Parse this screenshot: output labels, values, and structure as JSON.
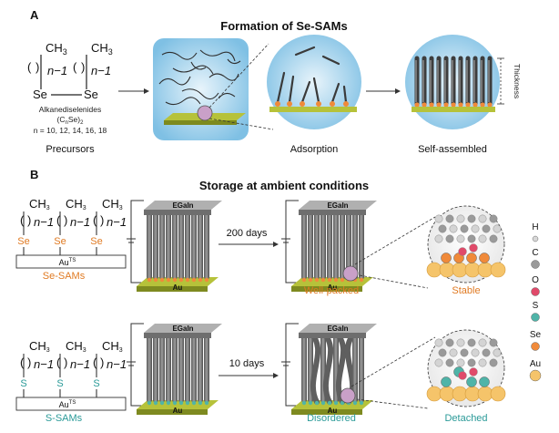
{
  "panel_a": {
    "label": "A",
    "title": "Formation of Se-SAMs",
    "precursor": {
      "ch3_left": "CH3",
      "ch3_right": "CH3",
      "n_left": "n−1",
      "n_right": "n−1",
      "se_left": "Se",
      "se_right": "Se",
      "name": "Alkanediselenides",
      "formula": "(CnSe)2",
      "n_values": "n = 10, 12, 14, 16, 18",
      "caption": "Precursors"
    },
    "adsorption_caption": "Adsorption",
    "self_assembled_caption": "Self-assembled",
    "thickness_label": "Thickness"
  },
  "panel_b": {
    "label": "B",
    "title": "Storage at ambient conditions",
    "se_row": {
      "atom": "Se",
      "substrate": "Au",
      "substrate_sup": "TS",
      "caption": "Se-SAMs",
      "days": "200 days",
      "state_caption": "Well-packed",
      "zoom_caption": "Stable",
      "electrode": "EGaIn",
      "bottom": "Au"
    },
    "s_row": {
      "atom": "S",
      "substrate": "Au",
      "substrate_sup": "TS",
      "caption": "S-SAMs",
      "days": "10 days",
      "state_caption": "Disordered",
      "zoom_caption": "Detached",
      "electrode": "EGaIn",
      "bottom": "Au"
    },
    "legend": [
      {
        "label": "H",
        "color": "#d8d8d8"
      },
      {
        "label": "C",
        "color": "#9a9a9a"
      },
      {
        "label": "O",
        "color": "#e04a6a"
      },
      {
        "label": "S",
        "color": "#4fb4a8"
      },
      {
        "label": "Se",
        "color": "#f08a3a"
      },
      {
        "label": "Au",
        "color": "#f5c46a"
      }
    ]
  },
  "colors": {
    "se_orange": "#e07a22",
    "s_teal": "#2a9a98",
    "gold_base": "#b8c23a",
    "electrode_gray": "#8a8a8a"
  }
}
